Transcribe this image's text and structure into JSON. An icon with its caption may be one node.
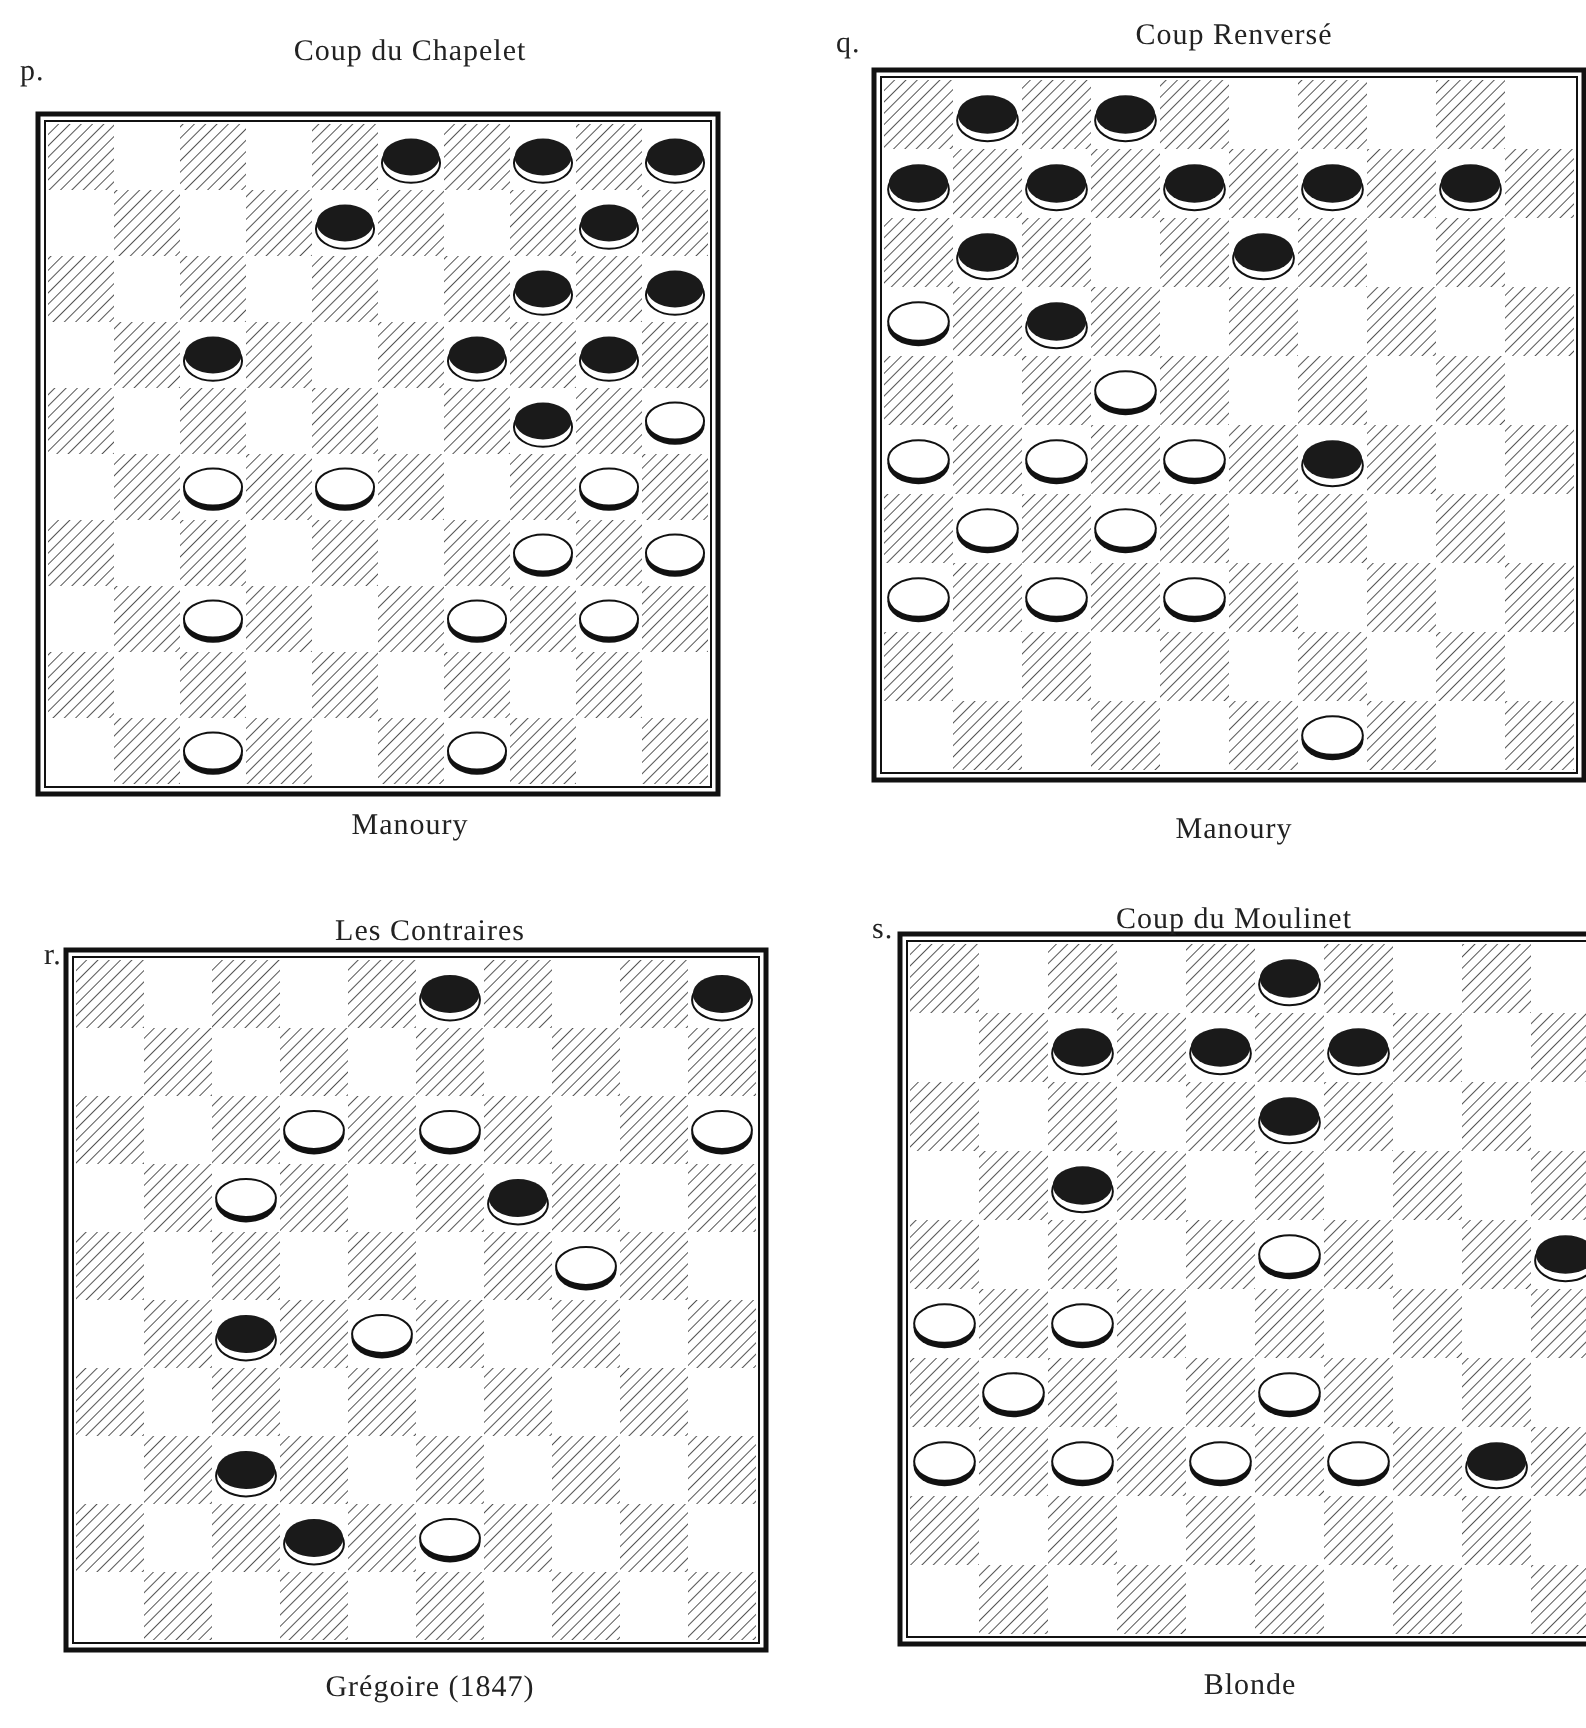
{
  "diagram": {
    "labels": [
      "p.",
      "Coup du Chapelet",
      "q.",
      "Coup Renversé",
      "Manoury",
      "Manoury",
      "r.",
      "Les Contraires",
      "s.",
      "Coup du Moulinet",
      "Grégoire (1847)",
      "Blonde"
    ]
  }
}
